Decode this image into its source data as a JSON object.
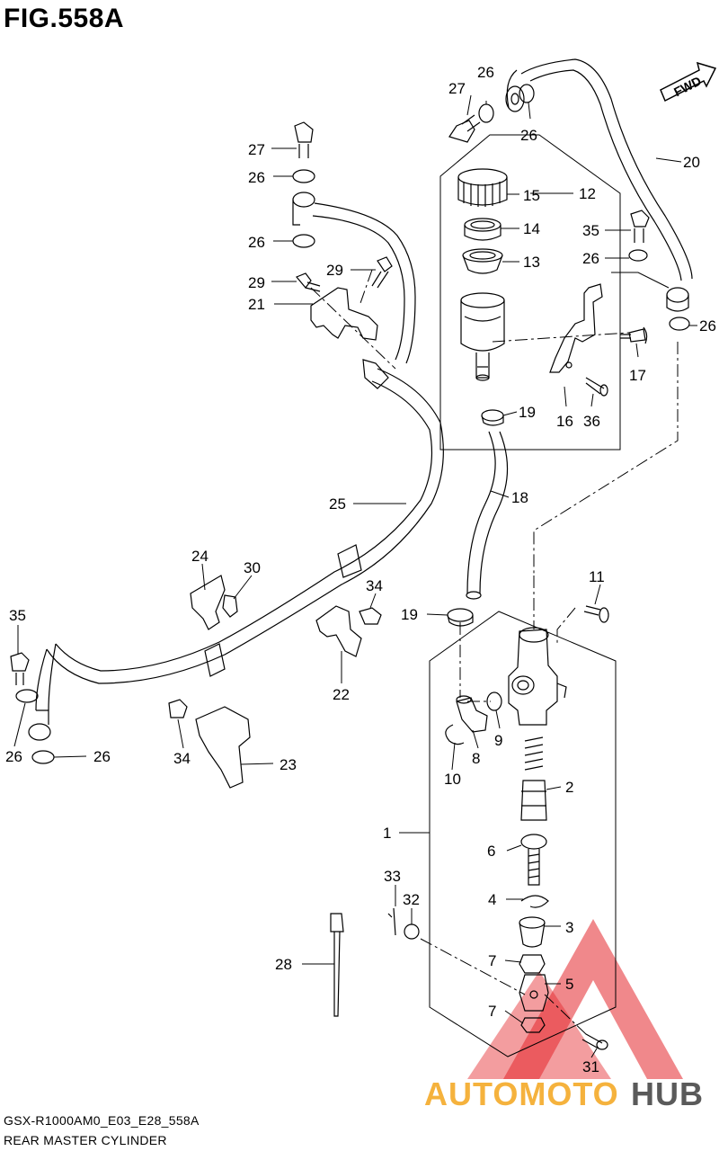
{
  "figure": {
    "title": "FIG.558A"
  },
  "footer": {
    "code": "GSX-R1000AM0_E03_E28_558A",
    "name": "REAR MASTER CYLINDER"
  },
  "watermark": {
    "part_a": "AUTOMOTO",
    "part_b": "HUB",
    "color_a": "#f5b23d",
    "color_b": "#5a5a5a",
    "logo_color": "#e4262b"
  },
  "direction": {
    "label": "FWD"
  },
  "callouts": {
    "c27a": "27",
    "c26a": "26",
    "c26b": "26",
    "c20": "20",
    "c27b": "27",
    "c26c": "26",
    "c15": "15",
    "c12": "12",
    "c14": "14",
    "c13": "13",
    "c35a": "35",
    "c26d": "26",
    "c26e": "26",
    "c29a": "29",
    "c29b": "29",
    "c21": "21",
    "c26f": "26",
    "c17": "17",
    "c19a": "19",
    "c16": "16",
    "c36": "36",
    "c18": "18",
    "c25": "25",
    "c24": "24",
    "c30": "30",
    "c11": "11",
    "c34a": "34",
    "c19b": "19",
    "c35b": "35",
    "c22": "22",
    "c9": "9",
    "c8": "8",
    "c10": "10",
    "c26g": "26",
    "c26h": "26",
    "c34b": "34",
    "c23": "23",
    "c2": "2",
    "c1": "1",
    "c6": "6",
    "c33": "33",
    "c32": "32",
    "c4": "4",
    "c3": "3",
    "c28": "28",
    "c7a": "7",
    "c5": "5",
    "c7b": "7",
    "c31": "31"
  }
}
